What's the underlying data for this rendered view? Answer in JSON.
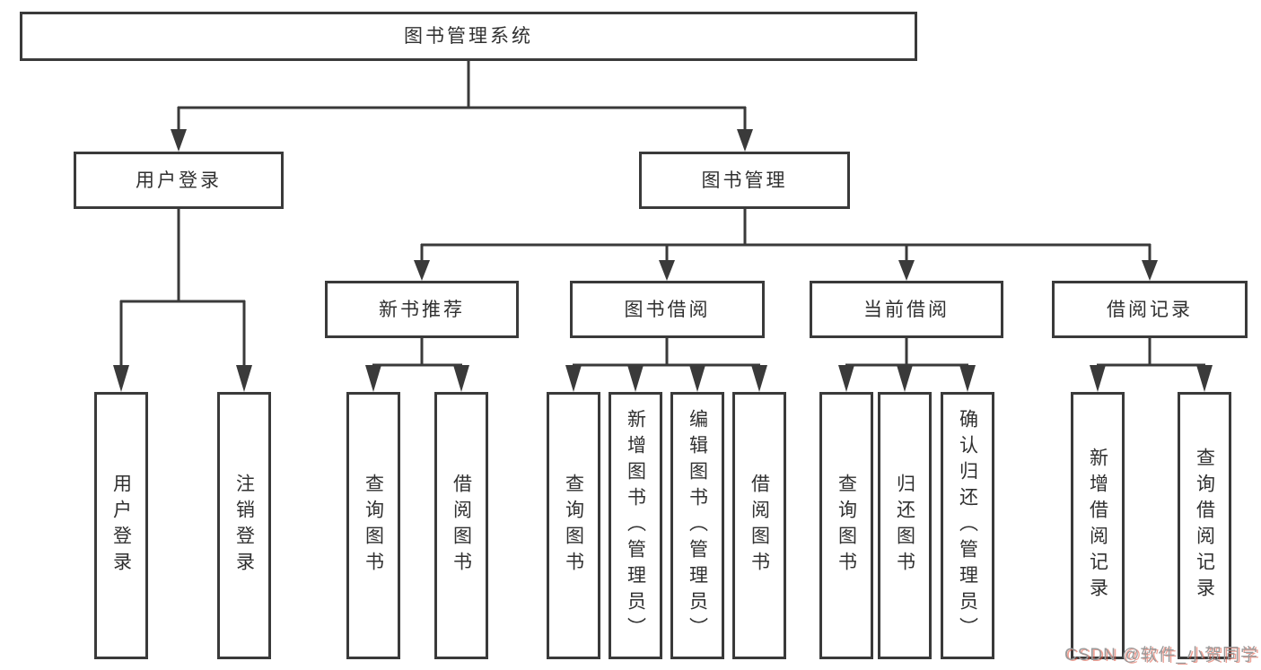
{
  "diagram": {
    "type": "tree",
    "title": "图书管理系统",
    "colors": {
      "line": "#3a3a3a",
      "text": "#303030",
      "background": "#ffffff",
      "watermark_grey": "#9a9a9a",
      "watermark_red": "#e0533f"
    },
    "tree": {
      "root": {
        "label": "图书管理系统"
      },
      "branches": [
        {
          "label": "用户登录",
          "children": [
            {
              "label": "用户登录"
            },
            {
              "label": "注销登录"
            }
          ]
        },
        {
          "label": "图书管理",
          "children": [
            {
              "label": "新书推荐",
              "children": [
                {
                  "label": "查询图书"
                },
                {
                  "label": "借阅图书"
                }
              ]
            },
            {
              "label": "图书借阅",
              "children": [
                {
                  "label": "查询图书"
                },
                {
                  "label": "新增图书（管理员）"
                },
                {
                  "label": "编辑图书（管理员）"
                },
                {
                  "label": "借阅图书"
                }
              ]
            },
            {
              "label": "当前借阅",
              "children": [
                {
                  "label": "查询图书"
                },
                {
                  "label": "归还图书"
                },
                {
                  "label": "确认归还（管理员）"
                }
              ]
            },
            {
              "label": "借阅记录",
              "children": [
                {
                  "label": "新增借阅记录"
                },
                {
                  "label": "查询借阅记录"
                }
              ]
            }
          ]
        }
      ]
    }
  },
  "watermark": {
    "text": "CSDN @软件_小贺同学"
  }
}
